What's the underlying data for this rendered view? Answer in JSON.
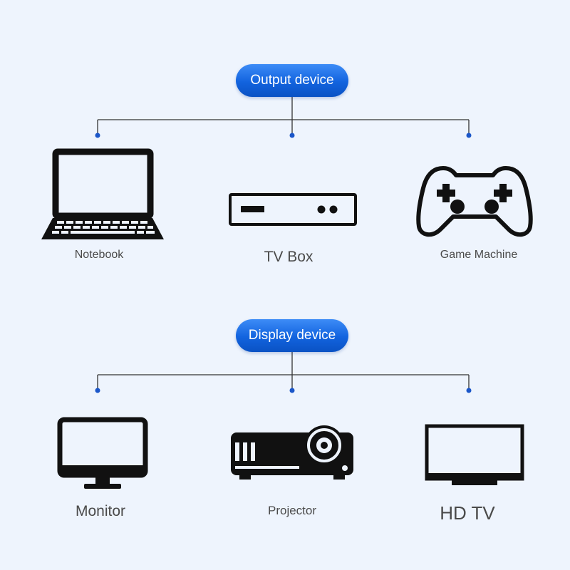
{
  "colors": {
    "background": "#eef4fd",
    "accent": "#1263de",
    "connector": "#333333",
    "dot": "#1a56c9",
    "icon": "#111111"
  },
  "output": {
    "title": "Output device",
    "devices": [
      {
        "label": "Notebook",
        "icon": "laptop-icon"
      },
      {
        "label": "TV Box",
        "icon": "tv-box-icon"
      },
      {
        "label": "Game Machine",
        "icon": "gamepad-icon"
      }
    ]
  },
  "display": {
    "title": "Display device",
    "devices": [
      {
        "label": "Monitor",
        "icon": "monitor-icon"
      },
      {
        "label": "Projector",
        "icon": "projector-icon"
      },
      {
        "label": "HD TV",
        "icon": "hd-tv-icon"
      }
    ]
  }
}
